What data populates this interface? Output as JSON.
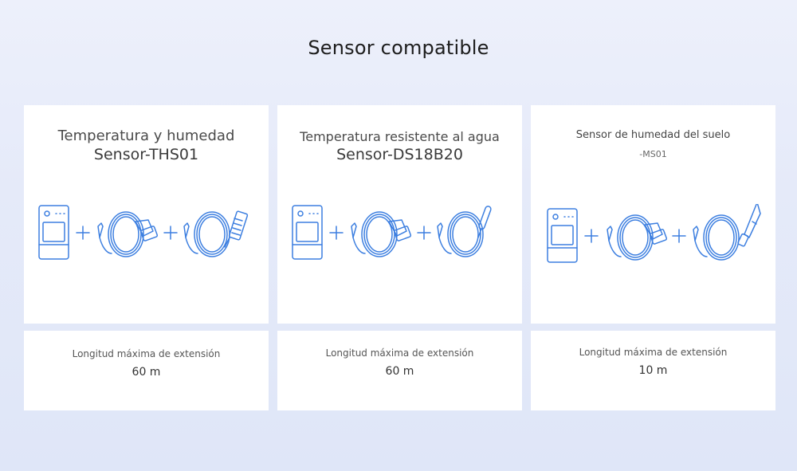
{
  "title": "Sensor compatible",
  "cards": [
    {
      "title_line1": "Temperatura y humedad",
      "title_line2": "Sensor-THS01",
      "icons": [
        "device-icon",
        "plus-icon",
        "cable-probe-icon",
        "plus-icon",
        "cable-thermo-hygro-probe-icon"
      ],
      "ext_label": "Longitud máxima de extensión",
      "ext_value": "60 m"
    },
    {
      "title_line1": "Temperatura resistente al agua",
      "title_line2": "Sensor-DS18B20",
      "icons": [
        "device-icon",
        "plus-icon",
        "cable-probe-icon",
        "plus-icon",
        "cable-waterproof-probe-icon"
      ],
      "ext_label": "Longitud máxima de extensión",
      "ext_value": "60 m"
    },
    {
      "title_line1": "Sensor de humedad del suelo",
      "title_line2": "-MS01",
      "icons": [
        "device-icon",
        "plus-icon",
        "cable-probe-icon",
        "plus-icon",
        "cable-soil-probe-icon"
      ],
      "ext_label": "Longitud máxima de extensión",
      "ext_value": "10 m"
    }
  ],
  "colors": {
    "icon_blue": "#3d7fe0",
    "background": "#e6ebf9",
    "card": "#ffffff"
  }
}
